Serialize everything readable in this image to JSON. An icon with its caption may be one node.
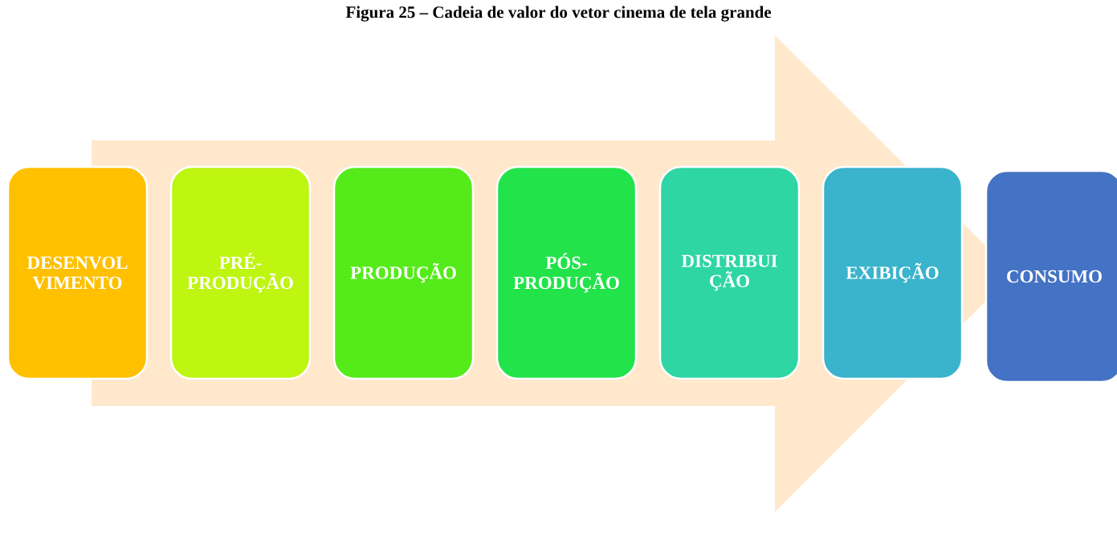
{
  "diagram": {
    "title": "Figura 25 – Cadeia de valor do vetor cinema de tela grande",
    "nodes": [
      {
        "text": [
          "DESENVOL VIMENTO"
        ]
      },
      {
        "text": [
          "PRÉ- PRODUÇÃO"
        ]
      },
      {
        "text": [
          "PRODUÇÃO"
        ]
      },
      {
        "text": [
          "PÓS- PRODUÇÃO"
        ]
      },
      {
        "text": [
          "DISTRIBUI ÇÃO"
        ]
      },
      {
        "text": [
          "EXIBIÇÃO"
        ]
      },
      {
        "text": [
          "CONSUMO"
        ]
      }
    ],
    "edges": [
      {
        "from": 0,
        "to": 6,
        "arrow": "to"
      }
    ]
  }
}
